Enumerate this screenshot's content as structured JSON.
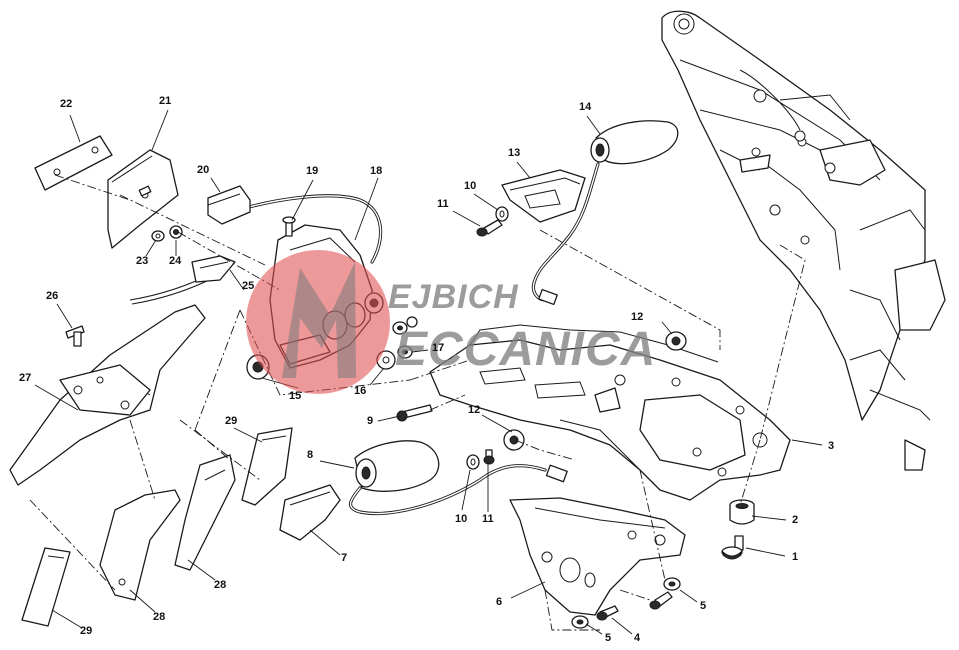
{
  "diagram": {
    "callouts": [
      "1",
      "2",
      "3",
      "4",
      "5",
      "5",
      "6",
      "7",
      "8",
      "9",
      "10",
      "10",
      "11",
      "11",
      "12",
      "12",
      "13",
      "14",
      "15",
      "16",
      "17",
      "18",
      "19",
      "20",
      "21",
      "22",
      "23",
      "24",
      "25",
      "26",
      "27",
      "28",
      "28",
      "29",
      "29"
    ]
  },
  "watermark": {
    "line1": "EJBICH",
    "line2": "ECCANICA",
    "logo_letter": "M",
    "accent_color": "#e05050",
    "text_color": "#808080"
  },
  "colors": {
    "line": "#1a1a1a",
    "background": "#ffffff"
  }
}
